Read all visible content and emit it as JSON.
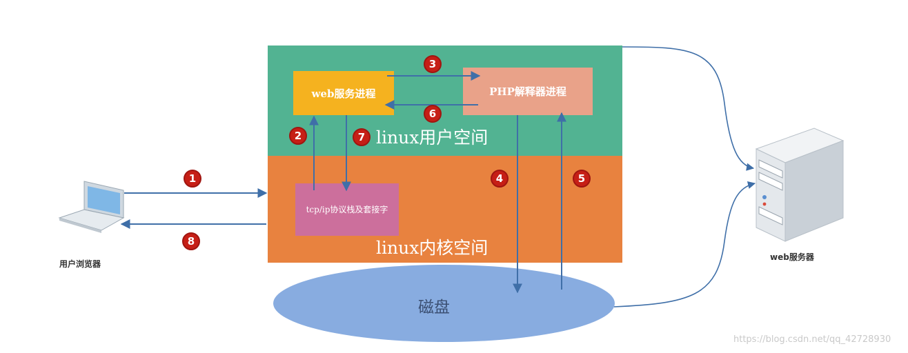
{
  "user_space": {
    "label": "linux用户空间"
  },
  "kernel_space": {
    "label": "linux内核空间"
  },
  "web_process": {
    "label": "web服务进程"
  },
  "php_process": {
    "label": "PHP解释器进程"
  },
  "tcp_box": {
    "label": "tcp/ip协议栈及套接字"
  },
  "disk": {
    "label": "磁盘"
  },
  "browser": {
    "label": "用户浏览器"
  },
  "server": {
    "label": "web服务器"
  },
  "watermark": "https://blog.csdn.net/qq_42728930",
  "steps": [
    "1",
    "2",
    "3",
    "4",
    "5",
    "6",
    "7",
    "8"
  ],
  "colors": {
    "user_space": "#52b392",
    "kernel_space": "#e8823f",
    "web_process": "#f5b21f",
    "php_process": "#e9a289",
    "tcp_box": "#cc6f9c",
    "disk": "#88ace0",
    "arrow": "#3f6fa8",
    "badge": "#c61f16"
  }
}
